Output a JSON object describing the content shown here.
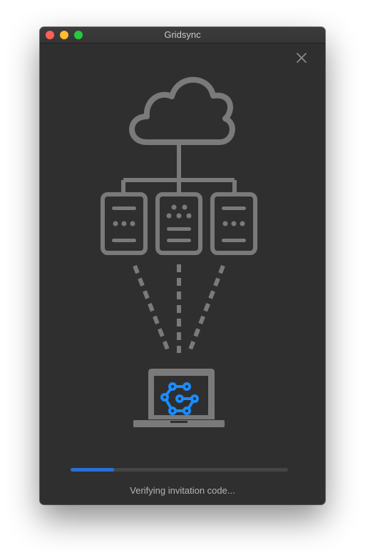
{
  "window": {
    "title": "Gridsync"
  },
  "traffic_lights": {
    "close_color": "#fe5f57",
    "minimize_color": "#febc2e",
    "zoom_color": "#28c840"
  },
  "icons": {
    "close": "close-icon",
    "cloud": "cloud-icon",
    "storage_servers": "server-icon",
    "laptop": "laptop-icon",
    "logo": "gridsync-logo-icon"
  },
  "colors": {
    "background": "#2f2f2f",
    "illustration_gray": "#7a7a7a",
    "logo_blue": "#1a8cff",
    "progress_blue": "#2a6fdb"
  },
  "progress": {
    "fraction": 0.2
  },
  "status": {
    "text": "Verifying invitation code..."
  }
}
